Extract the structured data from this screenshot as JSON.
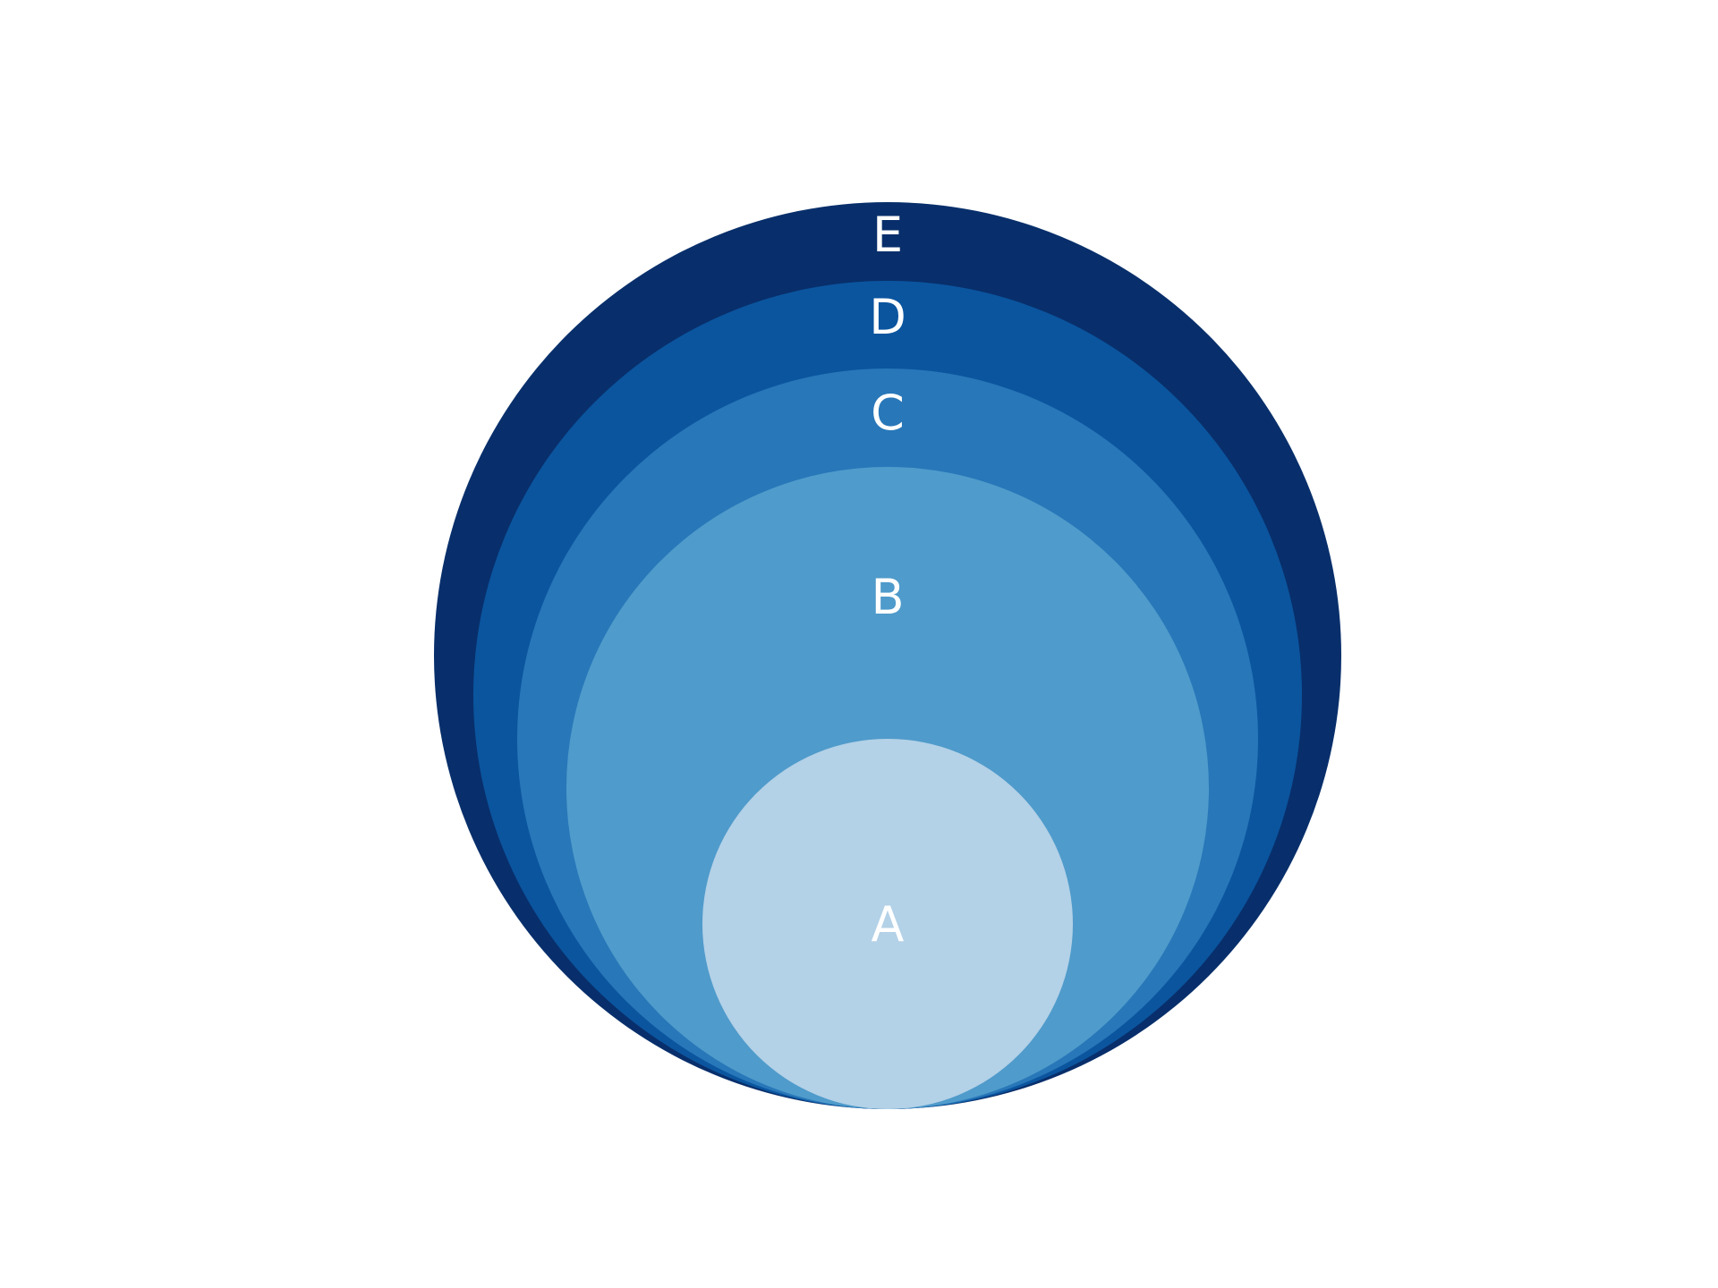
{
  "diagram": {
    "type": "nested-circles",
    "levels": [
      {
        "label": "A",
        "color": "#b3d1e7"
      },
      {
        "label": "B",
        "color": "#4f9bcb"
      },
      {
        "label": "C",
        "color": "#2877b9"
      },
      {
        "label": "D",
        "color": "#0b559f"
      },
      {
        "label": "E",
        "color": "#082f6b"
      }
    ]
  }
}
